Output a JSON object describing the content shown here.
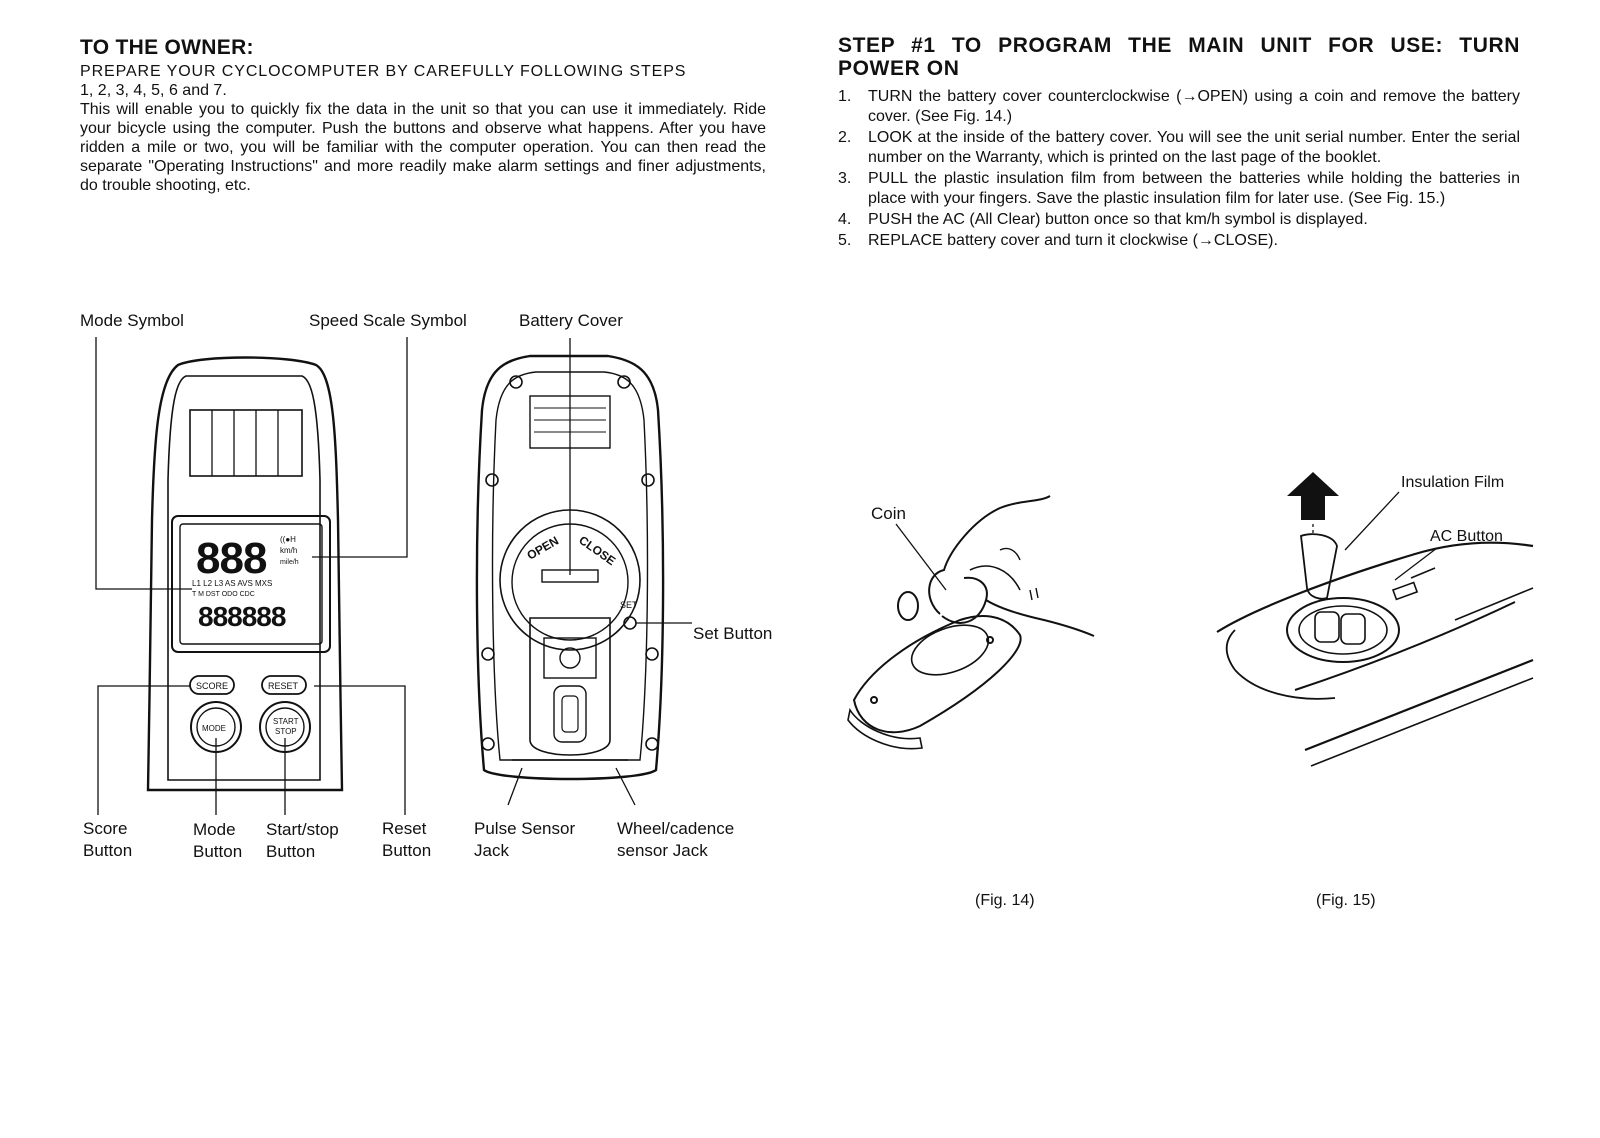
{
  "owner": {
    "heading": "TO THE OWNER:",
    "prepare_line1": "PREPARE YOUR CYCLOCOMPUTER BY CAREFULLY FOLLOWING STEPS",
    "prepare_line2": "1, 2, 3, 4, 5, 6 and 7.",
    "body": "This will enable you to quickly fix the data in the unit so that you can use it immediately. Ride your bicycle using the computer. Push the buttons and observe what happens. After you have ridden a mile or two, you will be familiar with the computer operation. You can then read the separate \"Operating Instructions\" and more readily make alarm settings and finer adjustments, do trouble shooting, etc."
  },
  "step1": {
    "heading": "STEP #1 TO PROGRAM THE MAIN UNIT FOR USE: TURN POWER ON",
    "items": [
      {
        "num": "1.",
        "text": "TURN the battery cover counterclockwise (→OPEN) using a coin and remove the battery cover. (See Fig. 14.)"
      },
      {
        "num": "2.",
        "text": "LOOK at the inside of the battery cover. You will see the unit serial number. Enter the serial number on the Warranty, which is printed on the last page of the booklet."
      },
      {
        "num": "3.",
        "text": "PULL the plastic insulation film from between the batteries while holding the batteries in place with your fingers. Save the plastic insulation film for later use. (See Fig. 15.)"
      },
      {
        "num": "4.",
        "text": "PUSH the AC (All Clear) button once so that km/h symbol is displayed."
      },
      {
        "num": "5.",
        "text": "REPLACE battery cover and turn it clockwise (→CLOSE)."
      }
    ]
  },
  "front_diagram": {
    "labels": {
      "mode_symbol": "Mode Symbol",
      "speed_scale_symbol": "Speed Scale Symbol",
      "score_button": [
        "Score",
        "Button"
      ],
      "mode_button": [
        "Mode",
        "Button"
      ],
      "start_stop_button": [
        "Start/stop",
        "Button"
      ],
      "reset_button": [
        "Reset",
        "Button"
      ]
    },
    "display": {
      "top_digits": "888",
      "bottom_digits": "888888",
      "units": [
        "km/h",
        "mile/h"
      ],
      "mode_row1": "L1 L2 L3 AS  AVS MXS",
      "mode_row2": "T M DST ODO      CDC"
    },
    "buttons": {
      "score": "SCORE",
      "reset": "RESET",
      "mode": "MODE",
      "start": "START",
      "stop": "STOP"
    }
  },
  "back_diagram": {
    "labels": {
      "battery_cover": "Battery Cover",
      "set_button": "Set Button",
      "pulse_sensor_jack": [
        "Pulse Sensor",
        "Jack"
      ],
      "wheel_sensor_jack": [
        "Wheel/cadence",
        "sensor Jack"
      ]
    },
    "cover_text": {
      "open": "OPEN",
      "close": "CLOSE",
      "set": "SET"
    }
  },
  "fig14": {
    "coin_label": "Coin",
    "caption": "(Fig. 14)"
  },
  "fig15": {
    "insulation_label": "Insulation Film",
    "ac_label": "AC Button",
    "caption": "(Fig. 15)"
  }
}
